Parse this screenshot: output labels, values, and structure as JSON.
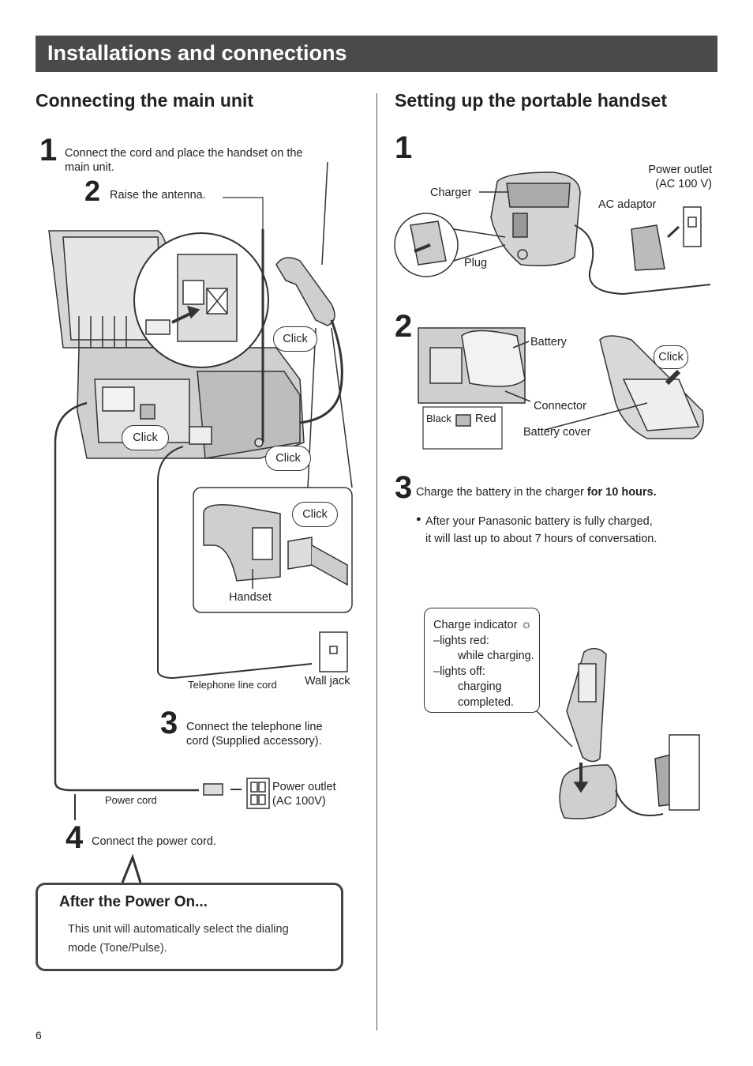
{
  "header": {
    "title": "Installations and connections"
  },
  "left": {
    "heading": "Connecting the main unit",
    "step1": {
      "num": "1",
      "line1": "Connect the cord and place the handset on the",
      "line2": "main unit."
    },
    "step2": {
      "num": "2",
      "text": "Raise the antenna."
    },
    "clicks": {
      "c1": "Click",
      "c2": "Click",
      "c3": "Click",
      "c4": "Click"
    },
    "handset_label": "Handset",
    "telephone_line_cord": "Telephone line cord",
    "wall_jack": "Wall jack",
    "step3": {
      "num": "3",
      "line1": "Connect the telephone line",
      "line2": "cord (Supplied accessory)."
    },
    "power_cord": "Power cord",
    "power_outlet": {
      "line1": "Power outlet",
      "line2": "(AC 100V)"
    },
    "step4": {
      "num": "4",
      "text": "Connect the power cord."
    },
    "after_power": {
      "title": "After the Power On...",
      "line1": "This unit will automatically select the dialing",
      "line2": "mode (Tone/Pulse)."
    }
  },
  "right": {
    "heading": "Setting up the portable handset",
    "step1": {
      "num": "1",
      "charger": "Charger",
      "plug": "Plug",
      "power_outlet_1": "Power outlet",
      "power_outlet_2": "(AC 100 V)",
      "ac_adaptor": "AC adaptor"
    },
    "step2": {
      "num": "2",
      "battery": "Battery",
      "connector": "Connector",
      "black": "Black",
      "red": "Red",
      "battery_cover": "Battery cover",
      "click": "Click"
    },
    "step3": {
      "num": "3",
      "text_prefix": "Charge the battery in the charger ",
      "text_bold": "for 10 hours.",
      "bullet": "●",
      "note1": "After your Panasonic battery is fully charged,",
      "note2": "it will last up to about 7 hours of conversation."
    },
    "charge_indicator": {
      "line1": "Charge indicator",
      "line2": "–lights red:",
      "line3": "while charging.",
      "line4": "–lights off:",
      "line5": "charging",
      "line6": "completed."
    }
  },
  "footer": {
    "page_number": "6"
  }
}
